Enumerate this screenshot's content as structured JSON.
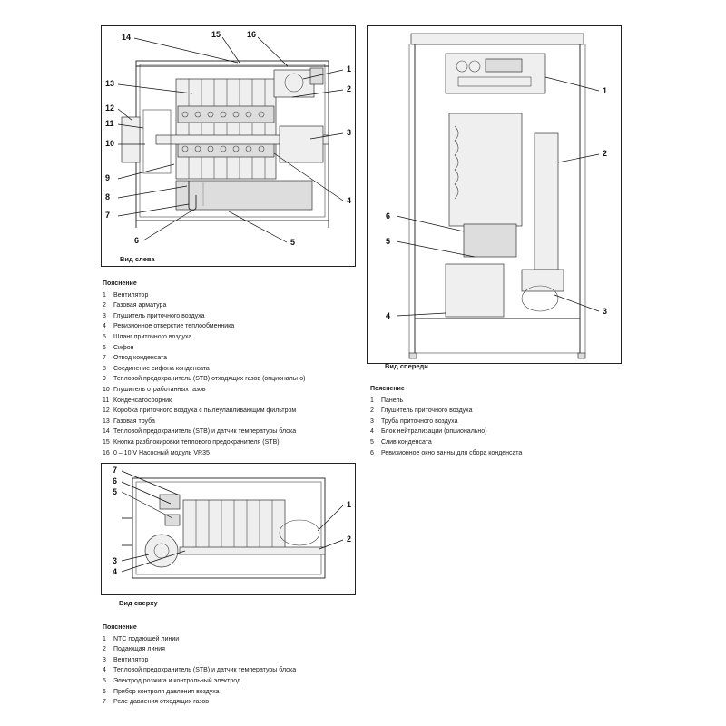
{
  "left_view": {
    "caption": "Вид слева",
    "callouts": [
      "14",
      "15",
      "16",
      "1",
      "2",
      "13",
      "12",
      "11",
      "10",
      "3",
      "9",
      "8",
      "4",
      "7",
      "6",
      "5"
    ],
    "legend_title": "Пояснение",
    "legend": [
      {
        "n": "1",
        "t": "Вентилятор"
      },
      {
        "n": "2",
        "t": "Газовая арматура"
      },
      {
        "n": "3",
        "t": "Глушитель приточного воздуха"
      },
      {
        "n": "4",
        "t": "Ревизионное отверстие теплообменника"
      },
      {
        "n": "5",
        "t": "Шланг приточного воздуха"
      },
      {
        "n": "6",
        "t": "Сифон"
      },
      {
        "n": "7",
        "t": "Отвод конденсата"
      },
      {
        "n": "8",
        "t": "Соединение сифона конденсата"
      },
      {
        "n": "9",
        "t": "Тепловой предохранитель (STB) отходящих газов (опционально)"
      },
      {
        "n": "10",
        "t": "Глушитель отработанных газов"
      },
      {
        "n": "11",
        "t": "Конденсатосборник"
      },
      {
        "n": "12",
        "t": "Коробка приточного воздуха с пылеулавливающим фильтром"
      },
      {
        "n": "13",
        "t": "Газовая труба"
      },
      {
        "n": "14",
        "t": "Тепловой предохранитель (STB) и датчик температуры блока"
      },
      {
        "n": "15",
        "t": "Кнопка разблокировки теплового предохранителя (STB)"
      },
      {
        "n": "16",
        "t": "0 – 10 V Насосный модуль VR35"
      }
    ]
  },
  "front_view": {
    "caption": "Вид спереди",
    "callouts": [
      "1",
      "2",
      "6",
      "5",
      "3",
      "4"
    ],
    "legend_title": "Пояснение",
    "legend": [
      {
        "n": "1",
        "t": "Панель"
      },
      {
        "n": "2",
        "t": "Глушитель приточного воздуха"
      },
      {
        "n": "3",
        "t": "Труба приточного воздуха"
      },
      {
        "n": "4",
        "t": "Блок нейтрализации (опционально)"
      },
      {
        "n": "5",
        "t": "Слив конденсата"
      },
      {
        "n": "6",
        "t": "Ревизионное окно ванны для сбора конденсата"
      }
    ]
  },
  "top_view": {
    "caption": "Вид сверху",
    "callouts": [
      "7",
      "6",
      "5",
      "1",
      "2",
      "3",
      "4"
    ],
    "legend_title": "Пояснение",
    "legend": [
      {
        "n": "1",
        "t": "NTC подающей линии"
      },
      {
        "n": "2",
        "t": "Подающая линия"
      },
      {
        "n": "3",
        "t": "Вентилятор"
      },
      {
        "n": "4",
        "t": "Тепловой предохранитель (STB) и датчик температуры блока"
      },
      {
        "n": "5",
        "t": "Электрод розжига и контрольный электрод"
      },
      {
        "n": "6",
        "t": "Прибор контроля давления воздуха"
      },
      {
        "n": "7",
        "t": "Реле давления отходящих газов"
      }
    ]
  }
}
